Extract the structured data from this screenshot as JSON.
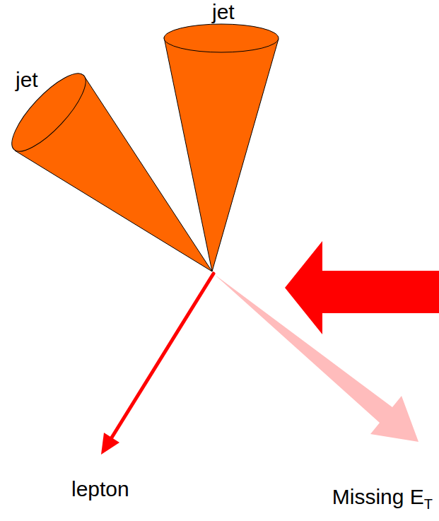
{
  "diagram": {
    "labels": [
      "jet",
      "jet",
      "lepton",
      "Missing E",
      "T"
    ]
  }
}
